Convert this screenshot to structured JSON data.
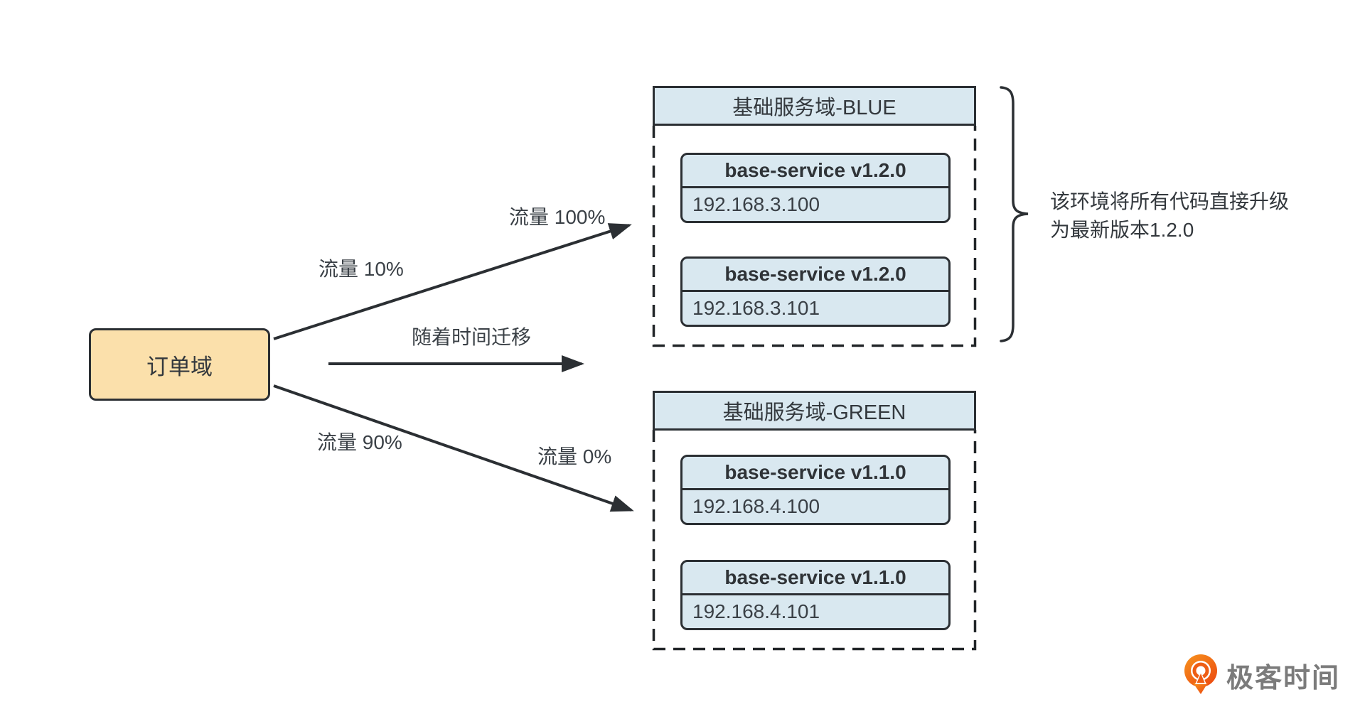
{
  "diagram": {
    "source": {
      "label": "订单域"
    },
    "arrows": {
      "to_blue_start_label": "流量 10%",
      "to_blue_end_label": "流量 100%",
      "time_label": "随着时间迁移",
      "to_green_start_label": "流量 90%",
      "to_green_end_label": "流量 0%"
    },
    "blue_domain": {
      "title": "基础服务域-BLUE",
      "instances": [
        {
          "name": "base-service v1.2.0",
          "ip": "192.168.3.100"
        },
        {
          "name": "base-service v1.2.0",
          "ip": "192.168.3.101"
        }
      ]
    },
    "green_domain": {
      "title": "基础服务域-GREEN",
      "instances": [
        {
          "name": "base-service v1.1.0",
          "ip": "192.168.4.100"
        },
        {
          "name": "base-service v1.1.0",
          "ip": "192.168.4.101"
        }
      ]
    },
    "annotation": {
      "line1": "该环境将所有代码直接升级",
      "line2": "为最新版本1.2.0"
    },
    "logo": {
      "text": "极客时间"
    },
    "colors": {
      "node_fill_orange": "#fbe0ab",
      "node_fill_blue": "#d9e8f0",
      "line": "#2b2f33",
      "text": "#33383d",
      "logo_orange_light": "#f7941e",
      "logo_orange_dark": "#ec4b10",
      "logo_gray": "#7b7b7b"
    }
  }
}
